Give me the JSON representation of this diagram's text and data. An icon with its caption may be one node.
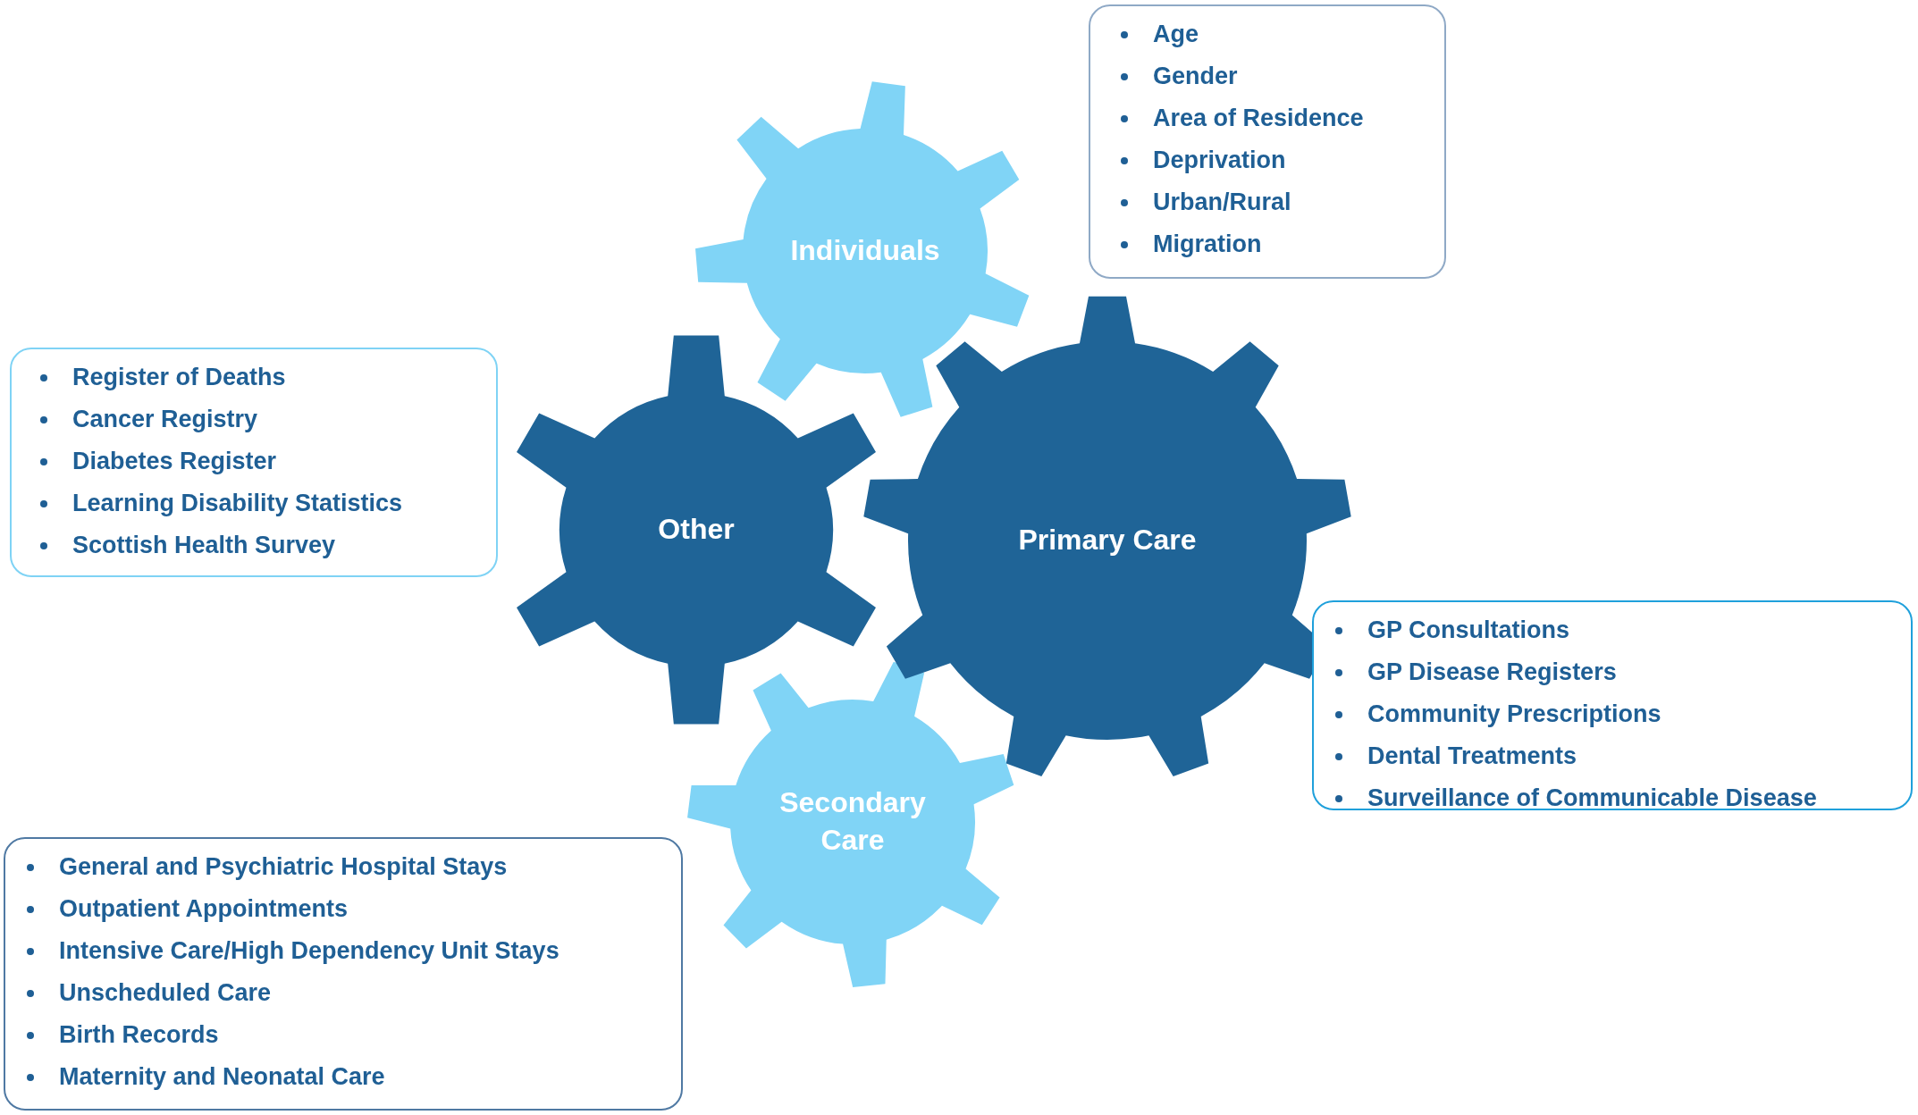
{
  "diagram": {
    "nodes": [
      {
        "text": [
          "Individuals"
        ]
      },
      {
        "text": [
          "Age",
          "Gender",
          "Area of Residence",
          "Deprivation",
          "Urban/Rural",
          "Migration"
        ]
      },
      {
        "text": [
          "Register of Deaths",
          "Cancer Registry",
          "Diabetes Register",
          "Learning Disability Statistics",
          "Scottish Health Survey"
        ]
      },
      {
        "text": [
          "Other"
        ]
      },
      {
        "text": [
          "Primary Care"
        ]
      },
      {
        "text": [
          "GP Consultations",
          "GP Disease Registers",
          "Community Prescriptions",
          "Dental Treatments",
          "Surveillance of Communicable Disease"
        ]
      },
      {
        "text": [
          "Secondary Care"
        ]
      },
      {
        "text": [
          "General and Psychiatric Hospital Stays",
          "Outpatient Appointments",
          "Intensive Care/High Dependency Unit Stays",
          "Unscheduled Care",
          "Birth Records",
          "Maternity and Neonatal Care"
        ]
      }
    ]
  }
}
